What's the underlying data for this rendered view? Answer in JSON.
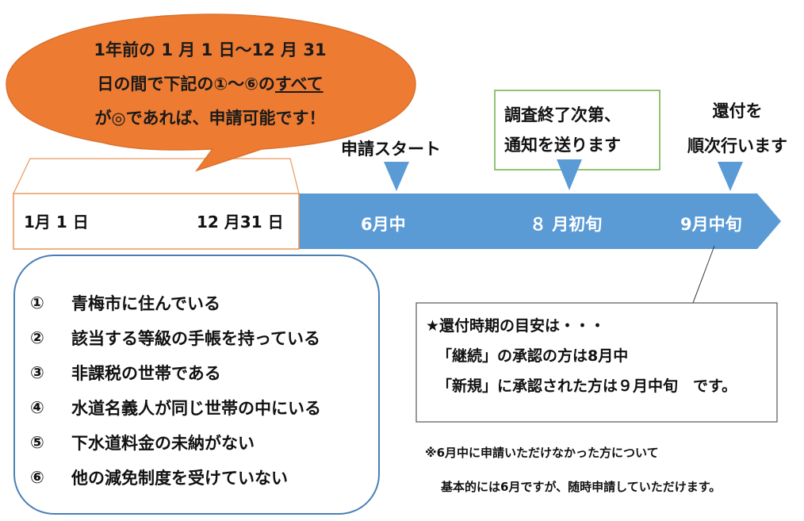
{
  "bubble": {
    "line1": "1年前の 1 月 1 日～12 月 31",
    "line2_prefix": "日の間で下記の①～⑥の",
    "line2_underlined": "すべて",
    "line3": "が◎であれば、申請可能です！"
  },
  "timeline": {
    "period_start": "1月 1 日",
    "period_end": "12 月31 日",
    "milestones": [
      {
        "bar_label": "6月中",
        "callout": [
          "申請スタート"
        ]
      },
      {
        "bar_label": "８ 月初旬",
        "callout": [
          "調査終了次第、",
          "通知を送ります"
        ]
      },
      {
        "bar_label": "9月中旬",
        "callout": [
          "還付を",
          "順次行います"
        ]
      }
    ]
  },
  "requirements": [
    {
      "num": "①",
      "text": "青梅市に住んでいる"
    },
    {
      "num": "②",
      "text": "該当する等級の手帳を持っている"
    },
    {
      "num": "③",
      "text": "非課税の世帯である"
    },
    {
      "num": "④",
      "text": "水道名義人が同じ世帯の中にいる"
    },
    {
      "num": "⑤",
      "text": "下水道料金の未納がない"
    },
    {
      "num": "⑥",
      "text": "他の減免制度を受けていない"
    }
  ],
  "refund_info": {
    "title": "★還付時期の目安は・・・",
    "line1": "「継続」の承認の方は8月中",
    "line2": "「新規」に承認された方は９月中旬　です。"
  },
  "note": {
    "line1": "※6月中に申請いただけなかった方について",
    "line2": "基本的には6月ですが、随時申請していただけます。"
  },
  "colors": {
    "bubble_fill": "#ee7b32",
    "timeline_fill": "#5b9bd5",
    "pointer_fill": "#5b9bd5",
    "box_border_orange": "#e8975a",
    "list_border": "#4a7fb5",
    "green_border": "#70ad47"
  }
}
